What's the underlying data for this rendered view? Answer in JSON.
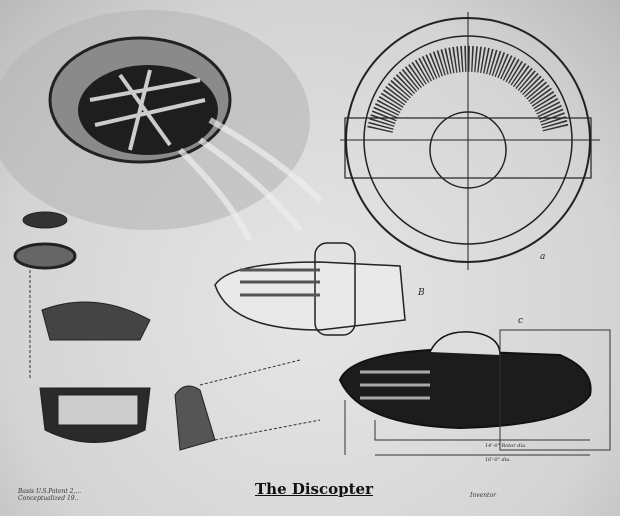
{
  "title": "The Discopter",
  "notes": {
    "basis": "Basis U.S.Patent 2,...",
    "conceptualized": "Conceptualized 19..",
    "inventor": "Inventor"
  },
  "labels": {
    "a": "a",
    "b": "B",
    "c": "c"
  },
  "dimensions": {
    "rotor": "14'-0\" Rotor dia.",
    "overall": "16'-0\" dia."
  }
}
